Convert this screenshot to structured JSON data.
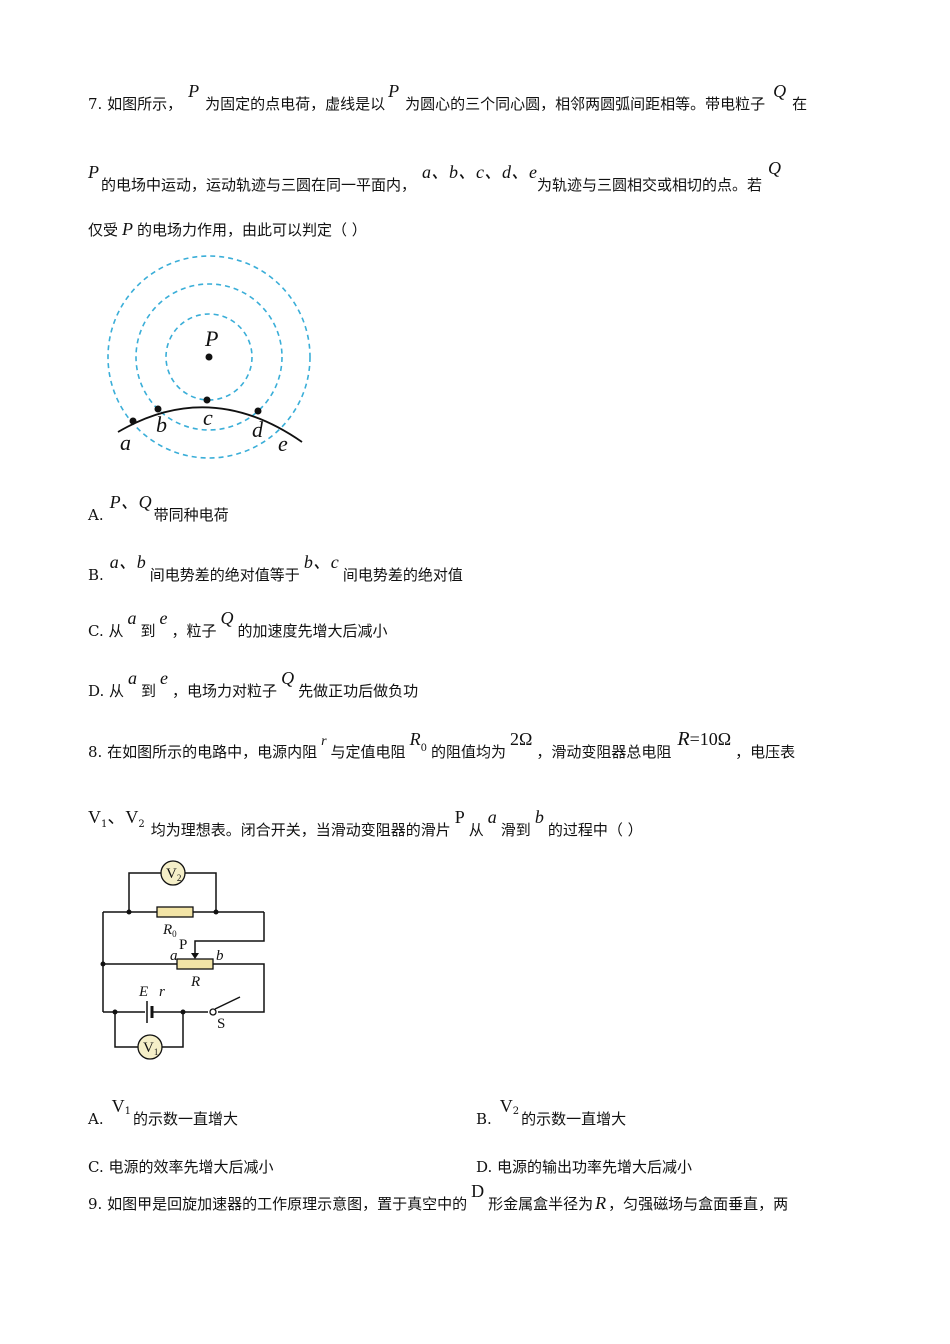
{
  "q7": {
    "stem_line1": [
      "7. 如图所示，",
      "P",
      "为固定的点电荷，虚线是以",
      "P",
      "为圆心的三个同心圆，相邻两圆弧间距相等。带电粒子",
      "Q",
      "在"
    ],
    "stem_line2": [
      "P",
      "的电场中运动，运动轨迹与三圆在同一平面内，",
      "a、b、c、d、e",
      "为轨迹与三圆相交或相切的点。若",
      "Q"
    ],
    "stem_line3": [
      "仅受",
      "P",
      "的电场力作用，由此可以判定（    ）"
    ],
    "figure_labels": {
      "P": "P",
      "a": "a",
      "b": "b",
      "c": "c",
      "d": "d",
      "e": "e"
    },
    "figure_color": "#3aaed8",
    "options": {
      "A": {
        "letter": "A.",
        "math": "P、Q",
        "text": "带同种电荷"
      },
      "B": {
        "letter": "B.",
        "math1": "a、b",
        "text1": "间电势差的绝对值等于",
        "math2": "b、c",
        "text2": "间电势差的绝对值"
      },
      "C": {
        "letter": "C. 从",
        "m1": "a",
        "t1": "到",
        "m2": "e",
        "t2": "，粒子",
        "m3": "Q",
        "t3": "的加速度先增大后减小"
      },
      "D": {
        "letter": "D. 从",
        "m1": "a",
        "t1": "到",
        "m2": "e",
        "t2": "，电场力对粒子",
        "m3": "Q",
        "t3": "先做正功后做负功"
      }
    }
  },
  "q8": {
    "stem_line1": [
      "8. 在如图所示的电路中，电源内阻",
      "r",
      "与定值电阻",
      "R",
      "0",
      "的阻值均为",
      "2Ω",
      "，滑动变阻器总电阻",
      "R",
      "=10Ω",
      "，电压表"
    ],
    "stem_line2": [
      "V",
      "1",
      "、V",
      "2",
      "均为理想表。闭合开关，当滑动变阻器的滑片",
      "P",
      "从",
      "a",
      "滑到",
      "b",
      "的过程中（    ）"
    ],
    "circuit_labels": {
      "V2": "V",
      "V2sub": "2",
      "R0": "R",
      "R0sub": "0",
      "P": "P",
      "a": "a",
      "b": "b",
      "R": "R",
      "E": "E",
      "r": "r",
      "S": "S",
      "V1": "V",
      "V1sub": "1"
    },
    "resistor_color": "#f2e4a6",
    "meter_color": "#f5efc8",
    "options": {
      "A": {
        "letter": "A.",
        "v": "V",
        "sub": "1",
        "text": "的示数一直增大"
      },
      "B": {
        "letter": "B.",
        "v": "V",
        "sub": "2",
        "text": "的示数一直增大"
      },
      "C": {
        "text": "C. 电源的效率先增大后减小"
      },
      "D": {
        "text": "D. 电源的输出功率先增大后减小"
      }
    }
  },
  "q9": {
    "stem_line1": [
      "9. 如图甲是回旋加速器的工作原理示意图，置于真空中的",
      "D",
      "形金属盒半径为",
      "R",
      "，匀强磁场与盒面垂直，两"
    ]
  }
}
